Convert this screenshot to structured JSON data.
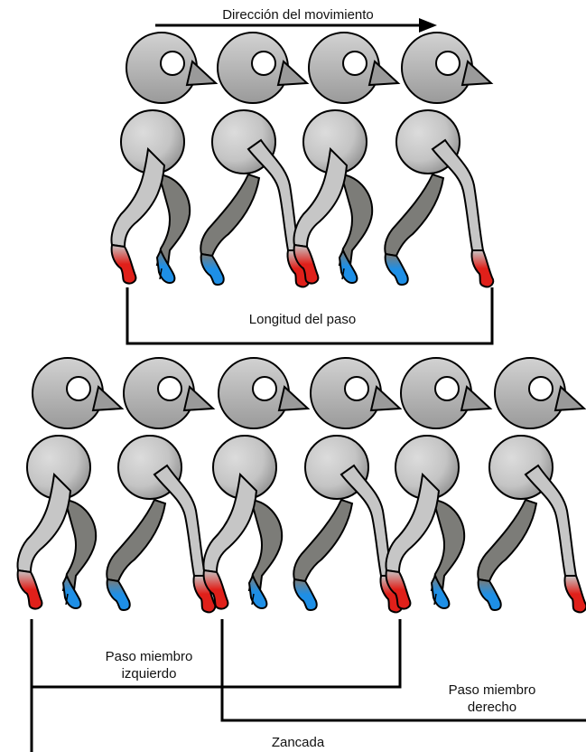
{
  "direction_label": "Dirección del movimiento",
  "top_diagram": {
    "step_length_label": "Longitud del paso"
  },
  "bottom_diagram": {
    "left_step_label": [
      "Paso miembro",
      "izquierdo"
    ],
    "right_step_label": [
      "Paso miembro",
      "derecho"
    ],
    "stride_label": "Zancada"
  },
  "colors": {
    "left_foot": "#e0201a",
    "right_foot": "#1e8fe6",
    "body": "#c6c6c6",
    "far_leg": "#7c7c78",
    "outline": "#000000"
  }
}
